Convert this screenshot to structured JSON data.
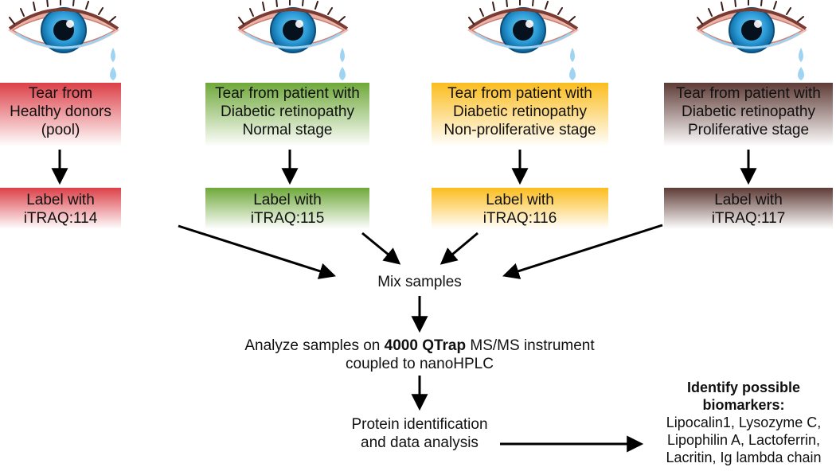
{
  "columns": [
    {
      "source_lines": [
        "Tear from",
        "Healthy donors",
        "(pool)"
      ],
      "label_lines": [
        "Label with",
        "iTRAQ:114"
      ],
      "color": "#e0575c"
    },
    {
      "source_lines": [
        "Tear from patient with",
        "Diabetic retinopathy",
        "Normal stage"
      ],
      "label_lines": [
        "Label with",
        "iTRAQ:115"
      ],
      "color": "#7fb24a"
    },
    {
      "source_lines": [
        "Tear from patient with",
        "Diabetic retinopathy",
        "Non-proliferative stage"
      ],
      "label_lines": [
        "Label with",
        "iTRAQ:116"
      ],
      "color": "#fcc22f"
    },
    {
      "source_lines": [
        "Tear from patient with",
        "Diabetic retinopathy",
        "Proliferative stage"
      ],
      "label_lines": [
        "Label with",
        "iTRAQ:117"
      ],
      "color": "#6e4a44"
    }
  ],
  "mix": "Mix samples",
  "analyze": {
    "prefix": "Analyze samples on ",
    "instrument": "4000 QTrap",
    "suffix": " MS/MS instrument",
    "line2": "coupled to nanoHPLC"
  },
  "protein": [
    "Protein identification",
    "and data analysis"
  ],
  "biomarkers": {
    "title_lines": [
      "Identify possible",
      "biomarkers:"
    ],
    "lines": [
      "Lipocalin1, Lysozyme C,",
      "Lipophilin A, Lactoferrin,",
      "Lacritin, Ig lambda chain"
    ]
  },
  "icons": {
    "eye": "eye-with-tear-icon"
  },
  "colors": {
    "iris": "#1c8fc8",
    "tear": "#9fd3f2",
    "arrow": "#000000"
  }
}
